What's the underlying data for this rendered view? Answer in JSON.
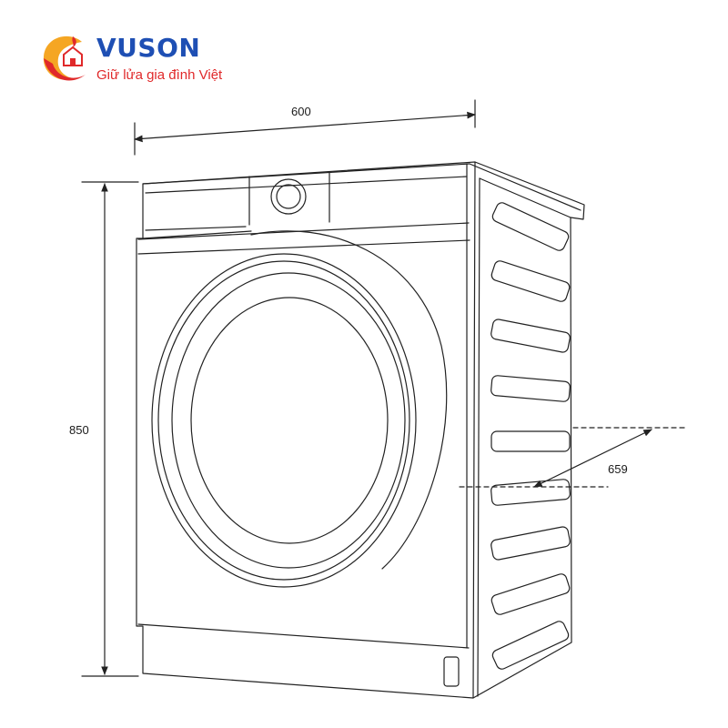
{
  "brand": {
    "name": "VUSON",
    "tagline": "Giữ lửa gia đình Việt",
    "colors": {
      "primary": "#1e4fb4",
      "accent": "#e0292a",
      "gold": "#f5a623"
    }
  },
  "diagram": {
    "subject": "washing-machine",
    "dimensions": {
      "width": "600",
      "height": "850",
      "depth": "659"
    },
    "line_color": "#222222"
  }
}
